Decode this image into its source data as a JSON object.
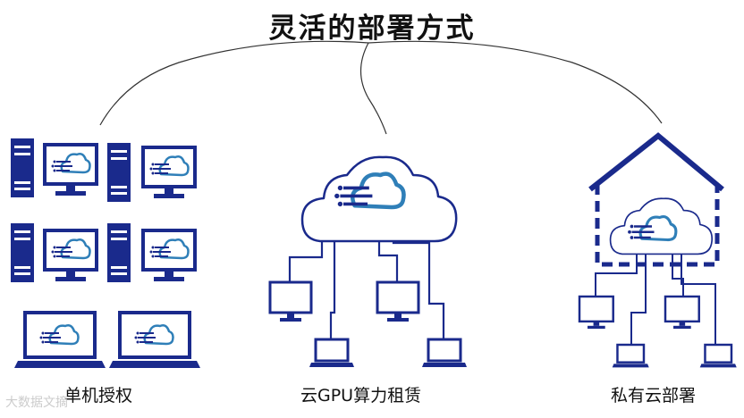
{
  "title": "灵活的部署方式",
  "methods": [
    {
      "label": "单机授权"
    },
    {
      "label": "云GPU算力租赁"
    },
    {
      "label": "私有云部署"
    }
  ],
  "watermark": "大数据文摘",
  "colors": {
    "primary": "#1a2a8c",
    "icon_blue": "#2f7fb8",
    "line": "#333333",
    "text": "#111111"
  },
  "icons": [
    "desktop-tower-icon",
    "monitor-icon",
    "laptop-icon",
    "cloud-icon",
    "house-icon"
  ]
}
